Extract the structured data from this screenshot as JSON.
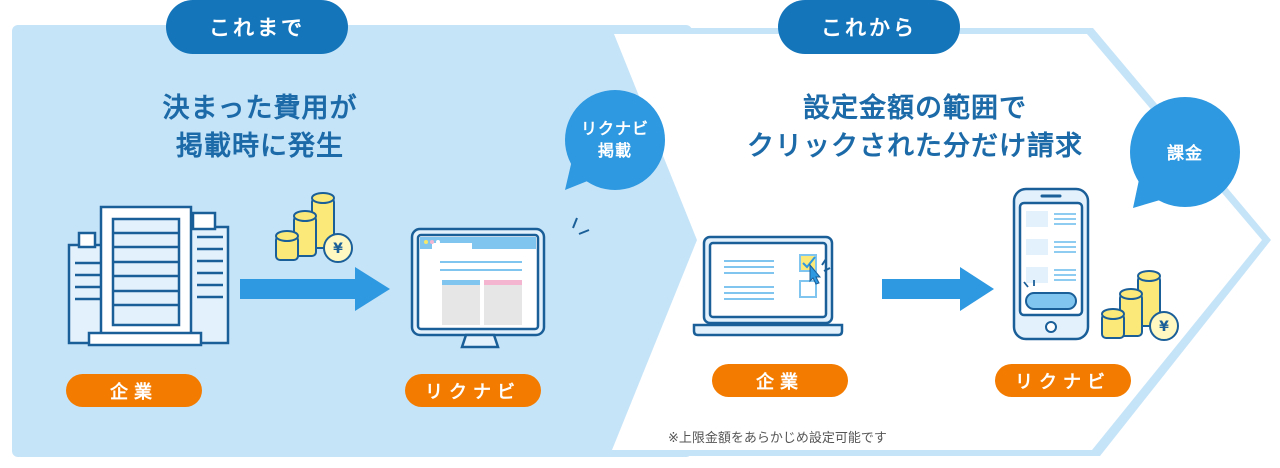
{
  "before": {
    "tab_label": "これまで",
    "headline_line1": "決まった費用が",
    "headline_line2": "掲載時に発生",
    "bubble_line1": "リクナビ",
    "bubble_line2": "掲載",
    "from_label": "企業",
    "to_label": "リクナビ",
    "icons": [
      "office-building-icon",
      "coin-stack-yen-icon",
      "arrow-right-icon",
      "desktop-monitor-icon",
      "speech-bubble-icon"
    ]
  },
  "after": {
    "tab_label": "これから",
    "headline_line1": "設定金額の範囲で",
    "headline_line2": "クリックされた分だけ請求",
    "bubble_line1": "課金",
    "from_label": "企業",
    "to_label": "リクナビ",
    "footnote": "※上限金額をあらかじめ設定可能です",
    "icons": [
      "laptop-checkbox-cursor-icon",
      "arrow-right-icon",
      "smartphone-icon",
      "coin-stack-yen-icon",
      "speech-bubble-icon"
    ]
  },
  "colors": {
    "panel_light_blue": "#c6e4f8",
    "tab_dark_blue": "#1475bb",
    "headline_blue": "#1c6aa8",
    "bubble_blue": "#2e98e0",
    "arrow_blue": "#2e98e0",
    "label_orange": "#f37c00",
    "coin_yellow": "#fbe979",
    "icon_outline": "#1b5f99"
  }
}
